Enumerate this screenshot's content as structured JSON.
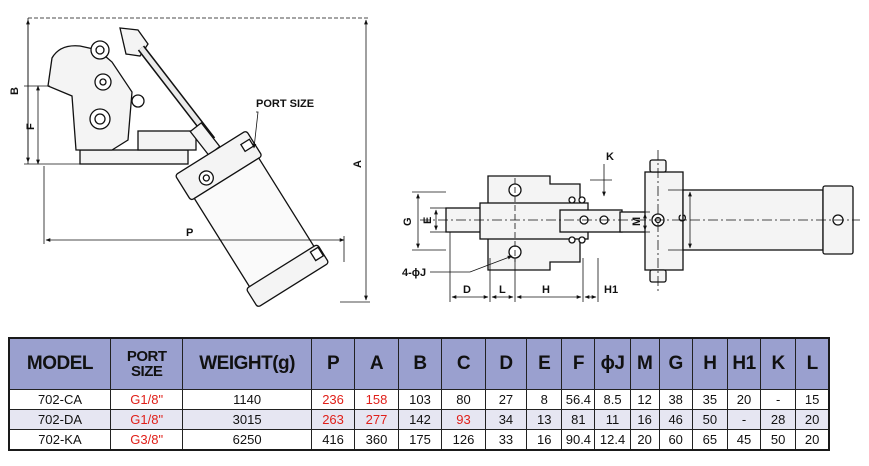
{
  "drawing": {
    "labels": {
      "b": "B",
      "f": "F",
      "p": "P",
      "a": "A",
      "port_size": "PORT SIZE",
      "k": "K",
      "g": "G",
      "e": "E",
      "m": "M",
      "c": "C",
      "hole": "4-ϕJ",
      "d": "D",
      "l": "L",
      "h": "H",
      "h1": "H1"
    }
  },
  "table": {
    "headers": {
      "model": "MODEL",
      "port_line1": "PORT",
      "port_line2": "SIZE",
      "weight": "WEIGHT(g)",
      "p": "P",
      "a": "A",
      "b": "B",
      "c": "C",
      "d": "D",
      "e": "E",
      "f": "F",
      "j": "ϕJ",
      "m": "M",
      "g": "G",
      "h": "H",
      "h1": "H1",
      "k": "K",
      "l": "L"
    },
    "highlight_color": "#e0201a",
    "rows": [
      {
        "model": "702-CA",
        "port": "G1/8\"",
        "weight": "1140",
        "p": "236",
        "a": "158",
        "b": "103",
        "c": "80",
        "d": "27",
        "e": "8",
        "f": "56.4",
        "j": "8.5",
        "m": "12",
        "g": "38",
        "h": "35",
        "h1": "20",
        "k": "-",
        "l": "15"
      },
      {
        "model": "702-DA",
        "port": "G1/8\"",
        "weight": "3015",
        "p": "263",
        "a": "277",
        "b": "142",
        "c": "93",
        "d": "34",
        "e": "13",
        "f": "81",
        "j": "11",
        "m": "16",
        "g": "46",
        "h": "50",
        "h1": "-",
        "k": "28",
        "l": "20"
      },
      {
        "model": "702-KA",
        "port": "G3/8\"",
        "weight": "6250",
        "p": "416",
        "a": "360",
        "b": "175",
        "c": "126",
        "d": "33",
        "e": "16",
        "f": "90.4",
        "j": "12.4",
        "m": "20",
        "g": "60",
        "h": "65",
        "h1": "45",
        "k": "50",
        "l": "20"
      }
    ]
  }
}
